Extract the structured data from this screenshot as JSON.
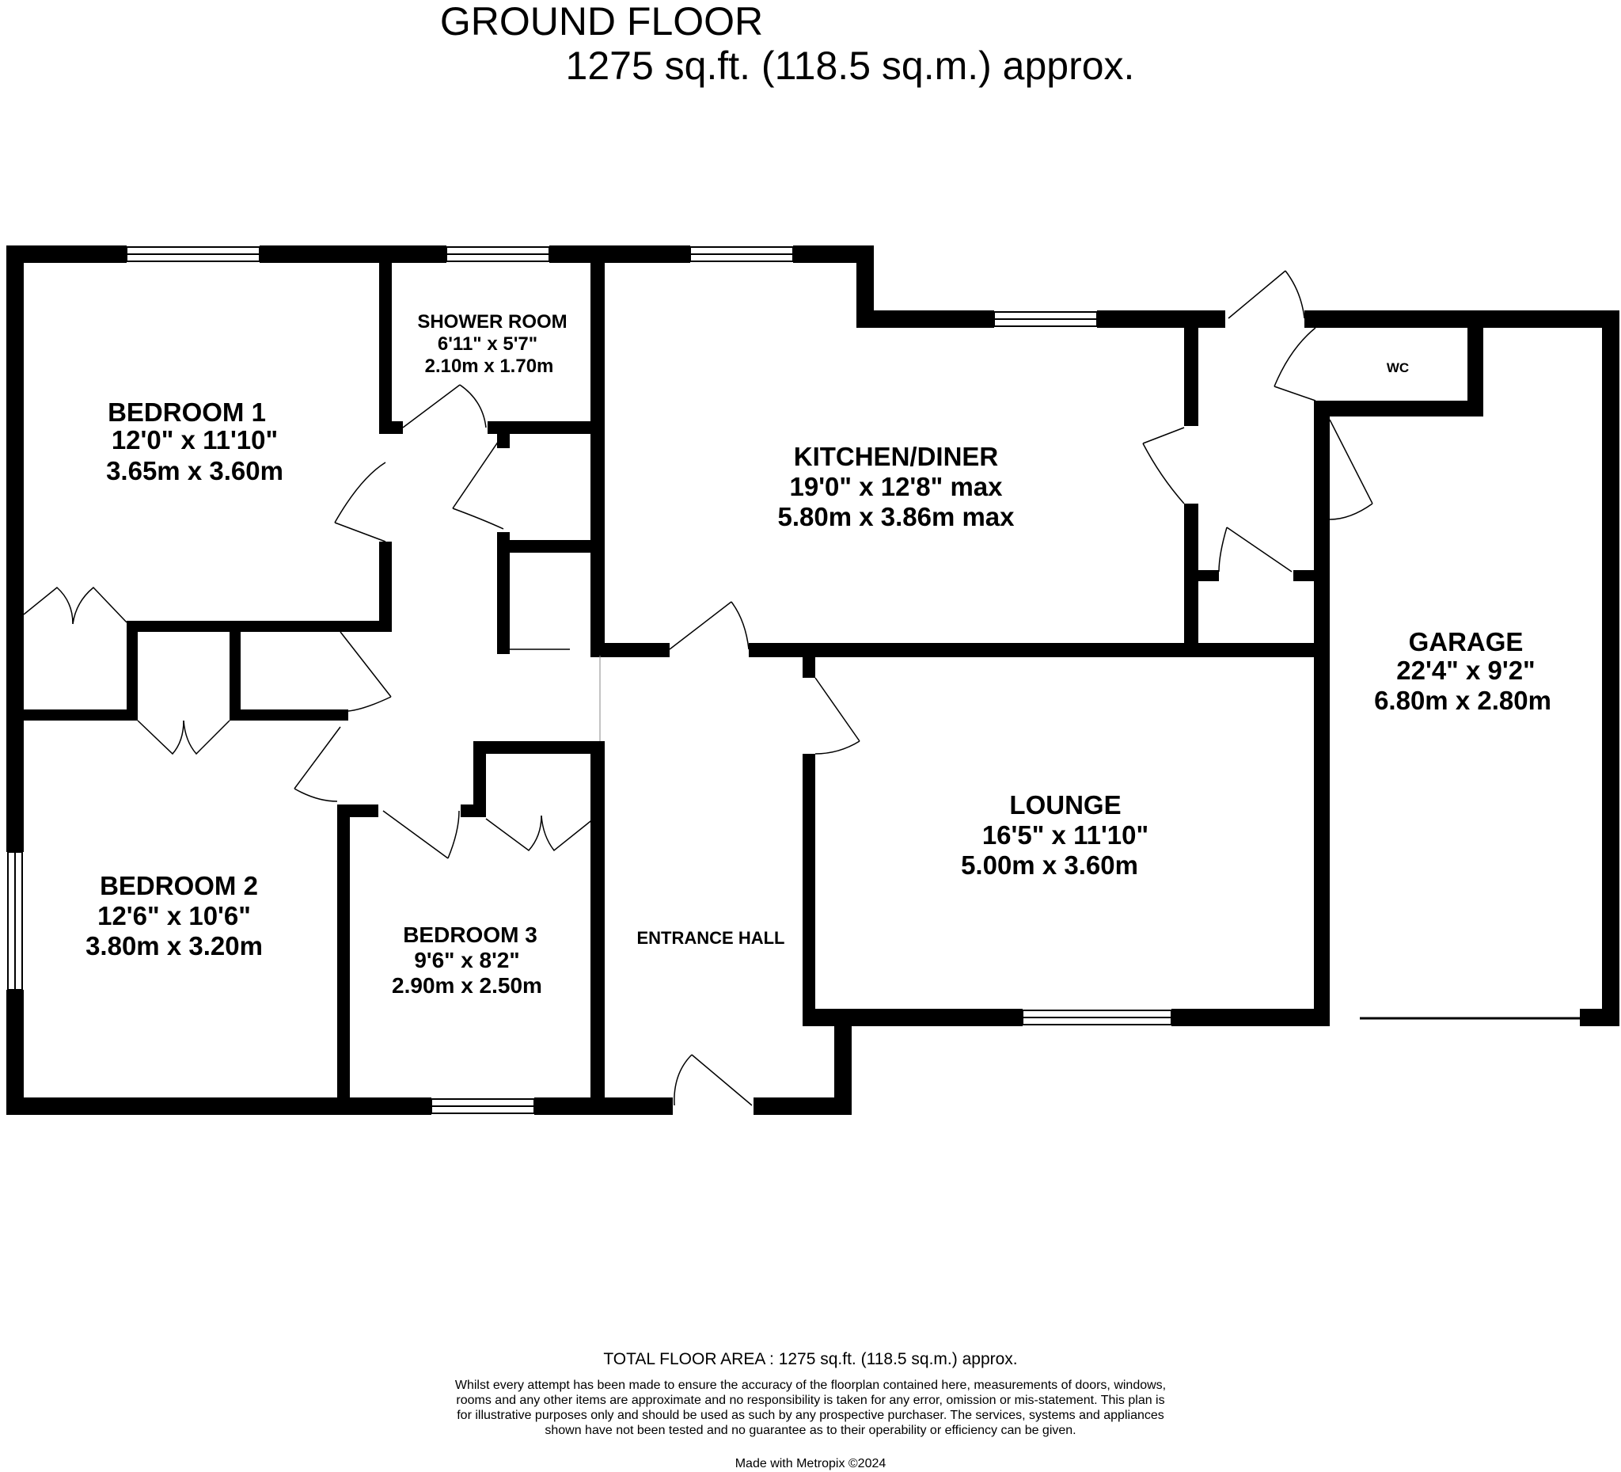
{
  "header": {
    "title": "GROUND FLOOR",
    "area": "1275 sq.ft. (118.5 sq.m.) approx."
  },
  "rooms": {
    "bedroom1": {
      "name": "BEDROOM 1",
      "imperial": "12'0\"  x 11'10\"",
      "metric": "3.65m  x 3.60m"
    },
    "shower": {
      "name": "SHOWER ROOM",
      "imperial": "6'11\"  x 5'7\"",
      "metric": "2.10m  x 1.70m"
    },
    "kitchen": {
      "name": "KITCHEN/DINER",
      "imperial": "19'0\"  x 12'8\" max",
      "metric": "5.80m  x 3.86m max"
    },
    "wc": {
      "name": "WC"
    },
    "garage": {
      "name": "GARAGE",
      "imperial": "22'4\"  x 9'2\"",
      "metric": "6.80m  x 2.80m"
    },
    "lounge": {
      "name": "LOUNGE",
      "imperial": "16'5\"  x 11'10\"",
      "metric": "5.00m  x 3.60m"
    },
    "bedroom2": {
      "name": "BEDROOM 2",
      "imperial": "12'6\"  x 10'6\"",
      "metric": "3.80m  x 3.20m"
    },
    "bedroom3": {
      "name": "BEDROOM 3",
      "imperial": "9'6\"  x 8'2\"",
      "metric": "2.90m  x 2.50m"
    },
    "hall": {
      "name": "ENTRANCE HALL"
    }
  },
  "footer": {
    "total": "TOTAL FLOOR AREA : 1275 sq.ft. (118.5 sq.m.) approx.",
    "disclaimer": "Whilst every attempt has been made to ensure the accuracy of the floorplan contained here, measurements of doors, windows, rooms and any other items are approximate and no responsibility is taken for any error, omission or mis-statement. This plan is for illustrative purposes only and should be used as such by any prospective purchaser. The services, systems and appliances shown have not been tested and no guarantee as to their operability or efficiency can be given.",
    "credit": "Made with Metropix ©2024"
  }
}
